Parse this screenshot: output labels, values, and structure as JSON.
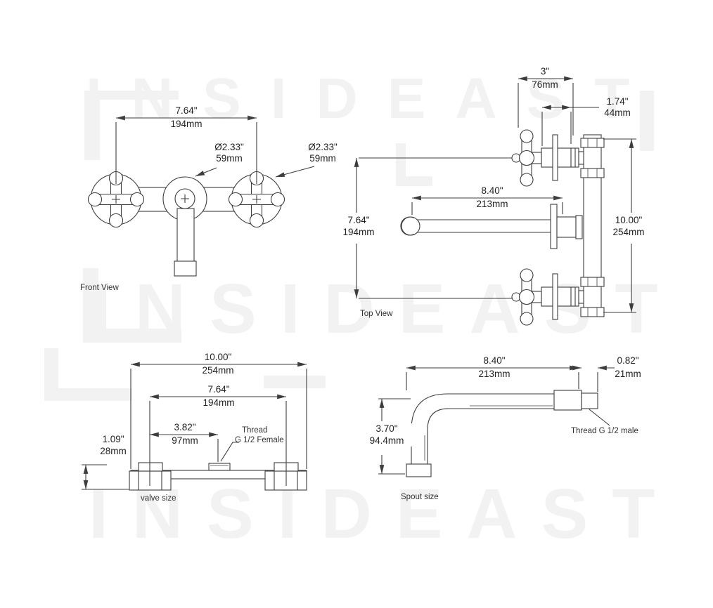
{
  "page": {
    "background": "#ffffff",
    "line_color": "#3d3d3d",
    "text_color": "#222222"
  },
  "watermark": {
    "text": "INSIDEAST",
    "color": "#f2f2f2"
  },
  "views": {
    "front": {
      "label": "Front View",
      "center_distance": {
        "in": "7.64\"",
        "mm": "194mm"
      },
      "handle_dia_left": {
        "in": "Ø2.33\"",
        "mm": "59mm"
      },
      "handle_dia_right": {
        "in": "Ø2.33\"",
        "mm": "59mm"
      }
    },
    "top": {
      "label": "Top View",
      "wall_clearance": {
        "in": "3\"",
        "mm": "76mm"
      },
      "valve_body": {
        "in": "1.74\"",
        "mm": "44mm"
      },
      "spout_reach": {
        "in": "8.40\"",
        "mm": "213mm"
      },
      "handle_centers": {
        "in": "7.64\"",
        "mm": "194mm"
      },
      "overall_width": {
        "in": "10.00\"",
        "mm": "254mm"
      }
    },
    "valve": {
      "label": "valve size",
      "overall_length": {
        "in": "10.00\"",
        "mm": "254mm"
      },
      "inlet_centers": {
        "in": "7.64\"",
        "mm": "194mm"
      },
      "center_offset": {
        "in": "3.82\"",
        "mm": "97mm"
      },
      "body_height": {
        "in": "1.09\"",
        "mm": "28mm"
      },
      "thread_note_line1": "Thread",
      "thread_note_line2": "G 1/2 Female"
    },
    "spout": {
      "label": "Spout size",
      "reach": {
        "in": "8.40\"",
        "mm": "213mm"
      },
      "thread_length": {
        "in": "0.82\"",
        "mm": "21mm"
      },
      "drop": {
        "in": "3.70\"",
        "mm": "94.4mm"
      },
      "thread_note": "Thread G 1/2 male"
    }
  }
}
